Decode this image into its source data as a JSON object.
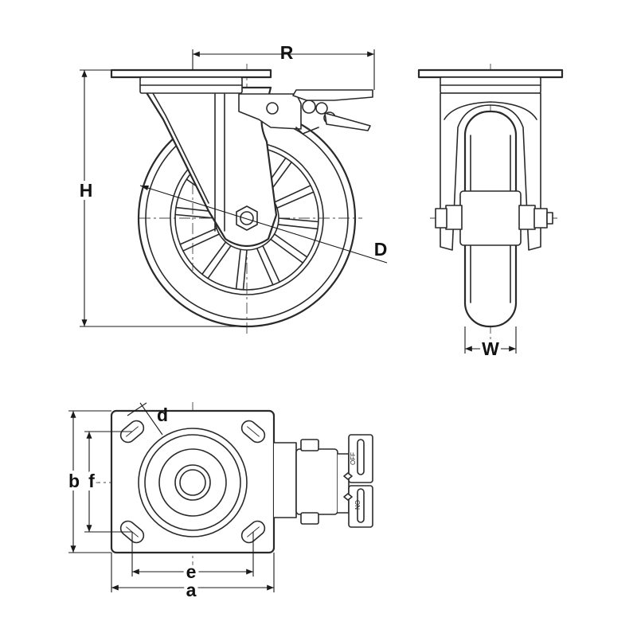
{
  "dimensions": {
    "R": "R",
    "H": "H",
    "D": "D",
    "W": "W",
    "d": "d",
    "b": "b",
    "f": "f",
    "e": "e",
    "a": "a"
  },
  "brake_labels": {
    "off": "OFF",
    "on": "ON"
  },
  "colors": {
    "line": "#2a2a2a",
    "background": "#ffffff"
  }
}
